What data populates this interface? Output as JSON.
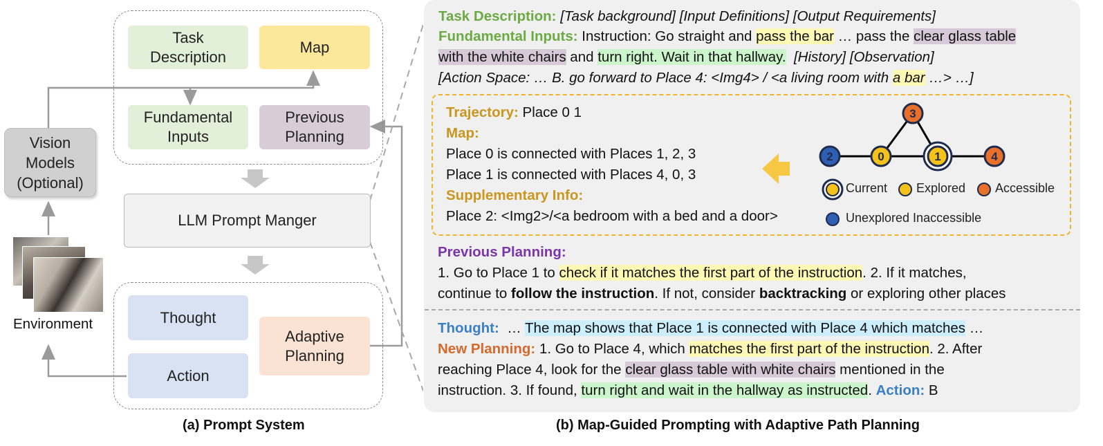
{
  "left": {
    "task_description": "Task\nDescription",
    "map": "Map",
    "fundamental_inputs": "Fundamental\nInputs",
    "previous_planning": "Previous\nPlanning",
    "vision_models": "Vision\nModels\n(Optional)",
    "llm_prompt_manager": "LLM Prompt Manger",
    "thought": "Thought",
    "action": "Action",
    "adaptive_planning": "Adaptive\nPlanning",
    "environment": "Environment",
    "caption": "(a) Prompt System"
  },
  "right": {
    "task_desc_key": "Task Description:",
    "task_desc_val": "[Task background] [Input Definitions] [Output Requirements]",
    "fund_key": "Fundamental Inputs:",
    "fund_1": "Instruction: Go straight and",
    "fund_hl1": "pass the bar",
    "fund_2": "… pass the",
    "fund_hl2": "clear glass table",
    "fund_hl2b": "with the white chairs",
    "fund_3": "and",
    "fund_hl3": "turn right. Wait in that hallway.",
    "fund_4": "[History] [Observation]",
    "action_space_1": "[Action Space: … B. go forward to Place 4:  <Img4> / <a living room with",
    "action_space_hl": "a bar",
    "action_space_2": "…> …]",
    "traj_key": "Trajectory:",
    "traj_val": "Place 0 1",
    "map_key": "Map:",
    "map_line1": "Place 0 is connected with Places 1, 2, 3",
    "map_line2": "Place 1 is connected with Places 4, 0, 3",
    "supp_key": "Supplementary Info:",
    "supp_val": "Place 2: <Img2>/<a bedroom with a bed and a door>",
    "prev_key": "Previous Planning:",
    "prev_1a": "1. Go to Place 1 to",
    "prev_1hl": "check if it matches the first part of the instruction",
    "prev_1b": ".  2. If it matches,",
    "prev_2a": "continue to",
    "prev_2b": "follow the instruction",
    "prev_2c": ". If not, consider",
    "prev_2d": "backtracking",
    "prev_2e": "or exploring other places",
    "thought_key": "Thought:",
    "thought_a": "…",
    "thought_hl": "The map shows that Place 1 is connected with Place 4 which matches",
    "thought_b": "…",
    "newplan_key": "New Planning:",
    "np_1a": "1. Go to Place 4, which",
    "np_1hl": "matches the first part of the instruction",
    "np_1b": ". 2. After",
    "np_2a": "reaching Place 4, look for the",
    "np_2hl": "clear glass table with white chairs",
    "np_2b": "mentioned in the",
    "np_3a": "instruction. 3. If found,",
    "np_3hl": "turn right and wait in the hallway as instructed",
    "np_3b": ".",
    "action_key": "Action:",
    "action_val": "B",
    "caption": "(b) Map-Guided Prompting with Adaptive Path Planning"
  },
  "graph": {
    "nodes": [
      {
        "label": "2",
        "state": "unexplored"
      },
      {
        "label": "0",
        "state": "explored"
      },
      {
        "label": "1",
        "state": "current"
      },
      {
        "label": "4",
        "state": "accessible"
      },
      {
        "label": "3",
        "state": "accessible"
      }
    ],
    "legend": {
      "current": "Current",
      "explored": "Explored",
      "accessible": "Accessible",
      "unexplored": "Unexplored Inaccessible"
    },
    "colors": {
      "current": "#f5c21b",
      "explored": "#f5c21b",
      "accessible": "#e8702a",
      "unexplored": "#2f5fb3",
      "outline": "#1f2b4d"
    }
  }
}
